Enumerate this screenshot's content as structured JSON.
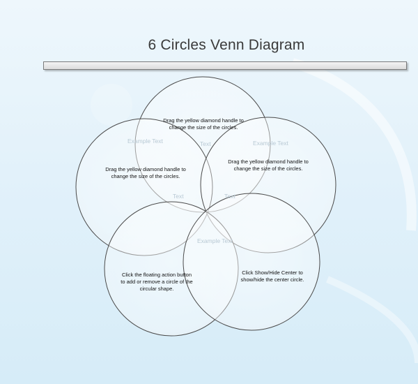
{
  "title": "6 Circles Venn Diagram",
  "labels": {
    "top": "Drag the yellow diamond handle to change the size of the circles.",
    "left": "Drag the yellow diamond handle to change the size of the circles.",
    "right": "Drag the yellow diamond handle to change the size of the circles.",
    "bottom_left": "Click the floating action button to add or remove a circle of the circular shape.",
    "bottom_right": "Click Show/Hide Center to show/hide the center circle."
  },
  "faint_texts": {
    "example_left": "Example Text",
    "text_top": "Text",
    "example_right": "Example Text",
    "text_mid_left": "Text",
    "text_mid_right": "Text",
    "example_center": "Example Text"
  },
  "colors": {
    "circle_stroke": "#4a4a4a",
    "circle_fill": "#ffffff"
  }
}
